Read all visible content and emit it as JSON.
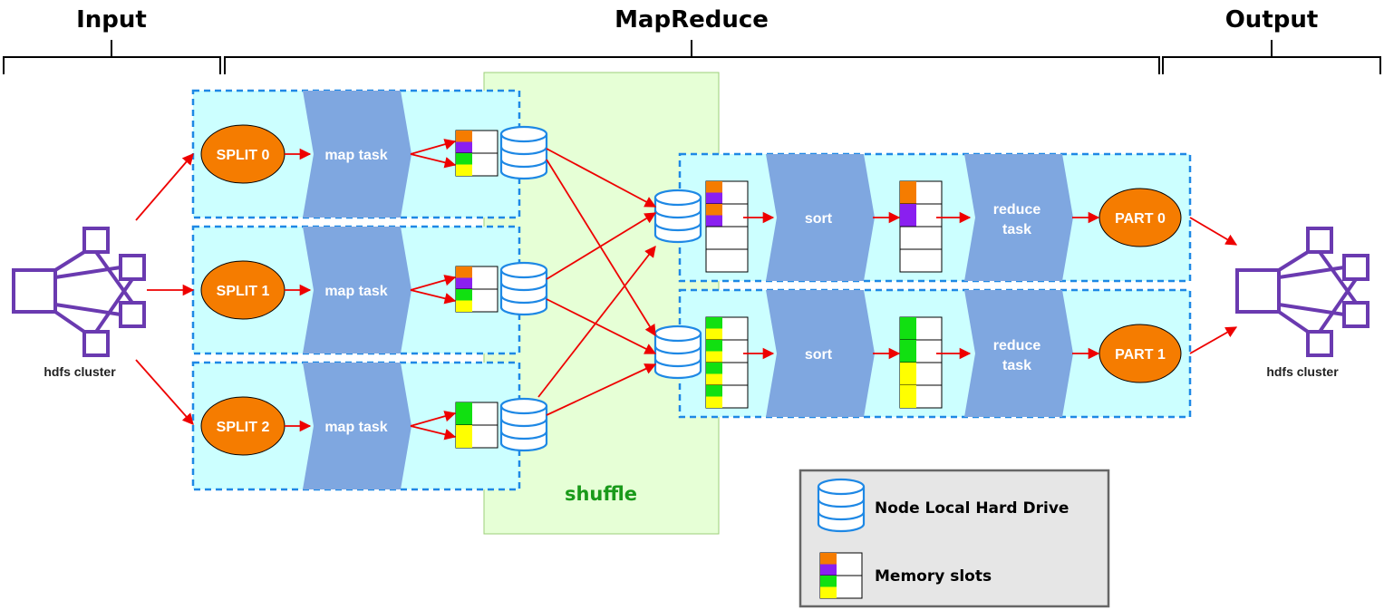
{
  "headers": {
    "input": "Input",
    "mapreduce": "MapReduce",
    "output": "Output"
  },
  "hdfs": {
    "input_label": "hdfs cluster",
    "output_label": "hdfs cluster"
  },
  "splits": [
    "SPLIT 0",
    "SPLIT 1",
    "SPLIT 2"
  ],
  "map_task_label": "map task",
  "shuffle_label": "shuffle",
  "sort_label": "sort",
  "reduce_label": [
    "reduce",
    "task"
  ],
  "parts": [
    "PART 0",
    "PART 1"
  ],
  "legend": {
    "drive": "Node Local Hard Drive",
    "memory": "Memory slots"
  },
  "colors": {
    "slot_orange": "#f57c00",
    "slot_purple": "#8a1ff0",
    "slot_green": "#11e011",
    "slot_yellow": "#ffff00",
    "split_fill": "#f57c00",
    "task_fill": "#7fa7e0",
    "panel_fill": "#ccffff",
    "panel_border": "#1e88e5",
    "shuffle_fill": "#e6ffd6",
    "arrow": "#ee0000",
    "hdfs_icon": "#6a3ab0",
    "drive_stroke": "#1e88e5",
    "legend_fill": "#e6e6e6"
  }
}
